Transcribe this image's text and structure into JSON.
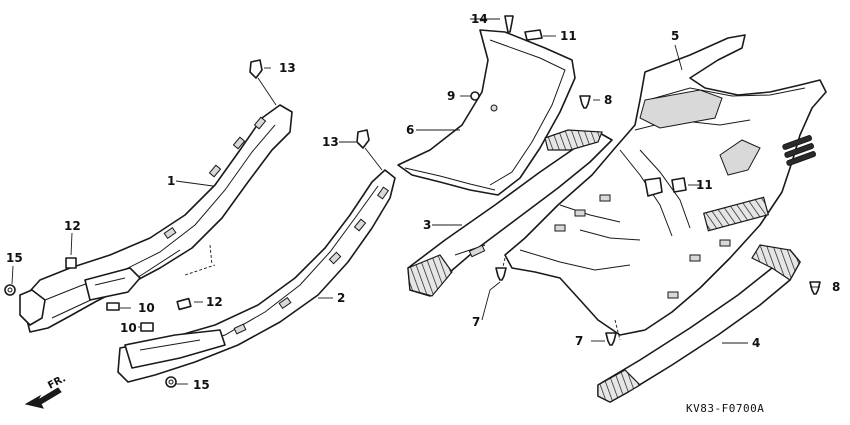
{
  "diagram": {
    "callouts": {
      "c1": "1",
      "c2": "2",
      "c3": "3",
      "c4": "4",
      "c5": "5",
      "c6": "6",
      "c7a": "7",
      "c7b": "7",
      "c8a": "8",
      "c8b": "8",
      "c9": "9",
      "c10a": "10",
      "c10b": "10",
      "c11a": "11",
      "c11b": "11",
      "c12a": "12",
      "c12b": "12",
      "c13a": "13",
      "c13b": "13",
      "c14": "14",
      "c15a": "15",
      "c15b": "15"
    },
    "direction_label": "FR.",
    "drawing_code": "KV83-F0700A",
    "colors": {
      "line": "#1a1a1a",
      "fill": "#ffffff",
      "shade": "#d9d9d9"
    }
  }
}
